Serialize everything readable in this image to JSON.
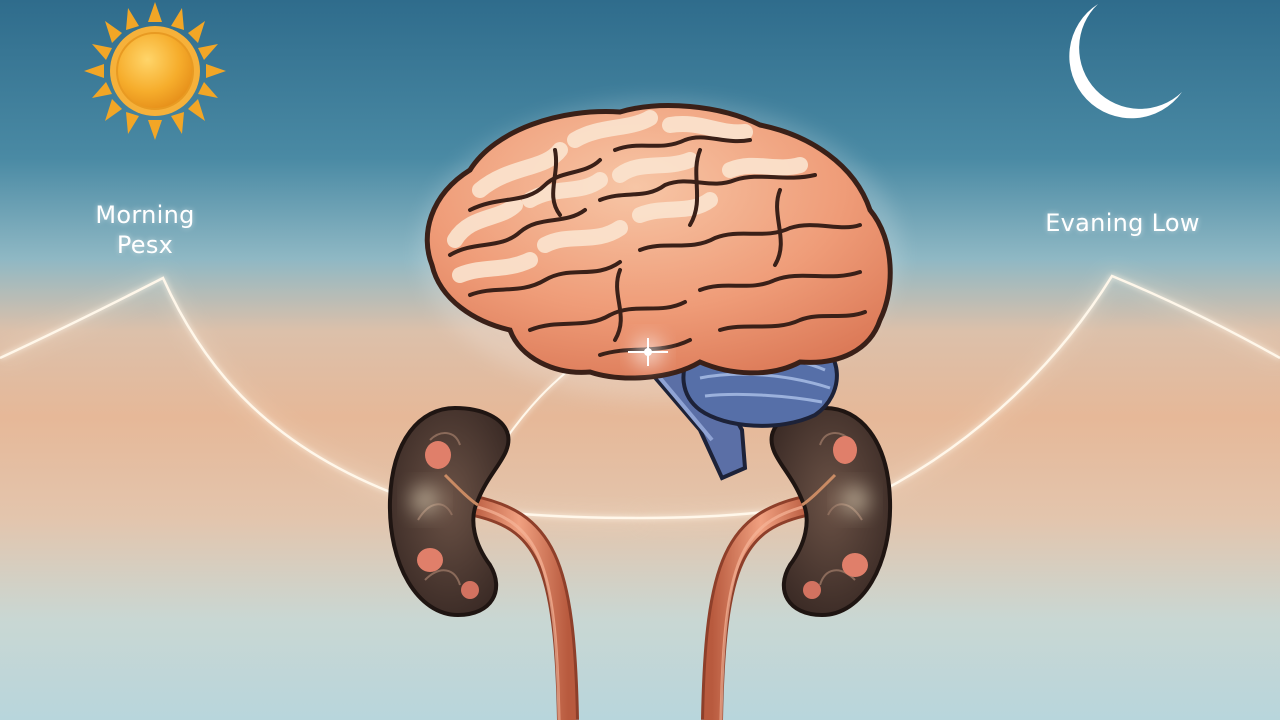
{
  "labels": {
    "morning_line1": "Morning",
    "morning_line2": "Pesx",
    "evening": "Evaning Low"
  },
  "icons": [
    "sun-icon",
    "crescent-moon-icon",
    "brain-icon",
    "left-kidney-icon",
    "right-kidney-icon"
  ],
  "colors": {
    "sky_top": "#2f6f90",
    "sky_mid": "#7fb0c2",
    "warm_band": "#e2b79a",
    "sky_bottom": "#bfd9de",
    "sun": "#f2a626",
    "moon": "#ffffff",
    "brain": "#f0a27e",
    "brain_highlight": "#fae3cc",
    "cerebellum": "#566fa8",
    "kidney": "#4e3a33",
    "ureter": "#d9785a",
    "curve": "#fff6e6"
  }
}
